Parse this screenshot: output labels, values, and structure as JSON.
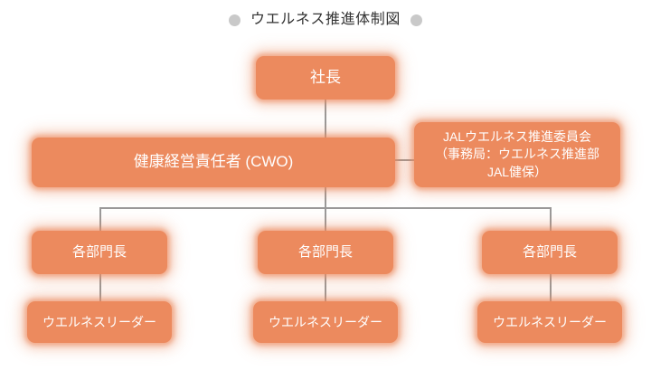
{
  "title": {
    "text": "ウエルネス推進体制図",
    "left_dot": "circle-bullet",
    "right_dot": "circle-bullet",
    "text_color": "#333333",
    "dot_color": "#C9C9C9"
  },
  "theme": {
    "node_fill": "#EC8A5E",
    "node_text": "#FFFFFF",
    "connector": "#9A9A9A",
    "background": "#FFFFFF"
  },
  "org": {
    "president": {
      "label": "社長"
    },
    "cwo": {
      "label": "健康経営責任者 (CWO)"
    },
    "committee": {
      "label": "JALウエルネス推進委員会\n（事務局：ウエルネス推進部\nJAL健保）",
      "line1": "JALウエルネス推進委員会",
      "line2": "（事務局：ウエルネス推進部",
      "line3": "JAL健保）"
    },
    "columns": [
      {
        "manager": "各部門長",
        "leader": "ウエルネスリーダー"
      },
      {
        "manager": "各部門長",
        "leader": "ウエルネスリーダー"
      },
      {
        "manager": "各部門長",
        "leader": "ウエルネスリーダー"
      }
    ]
  }
}
